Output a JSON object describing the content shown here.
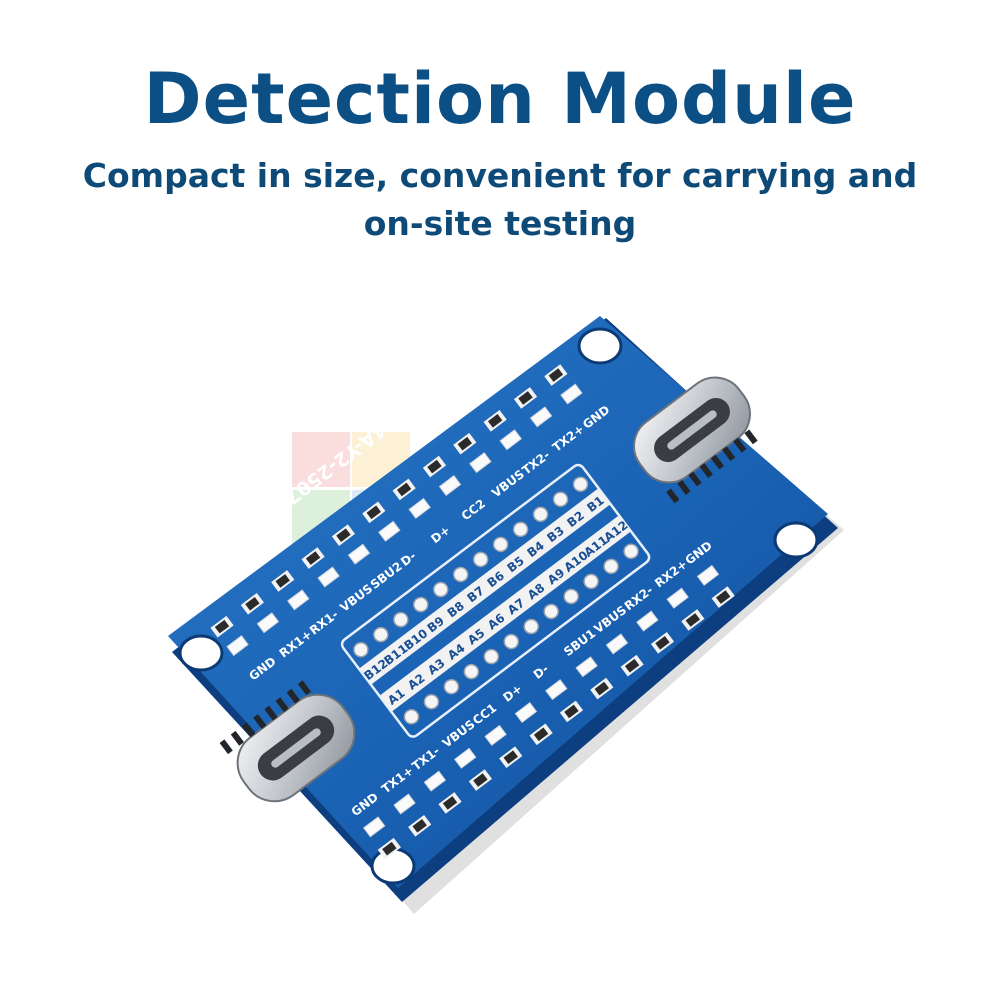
{
  "headline": "Detection Module",
  "subheadline": "Compact in size, convenient for carrying and on-site testing",
  "colors": {
    "headline": "#0b4f85",
    "subheadline": "#0e4a78",
    "pcb": "#1a62b4",
    "pcb_edge": "#0d3f80",
    "silkscreen": "#ffffff"
  },
  "board": {
    "part_number": "10194334A-Y2-250725",
    "left_pin_labels": [
      "GND",
      "TX1+",
      "TX1-",
      "VBUS",
      "CC1",
      "D+",
      "D-",
      "SBU1",
      "VBUS",
      "RX2-",
      "RX2+",
      "GND"
    ],
    "right_pin_labels": [
      "GND",
      "RX1+",
      "RX1-",
      "VBUS",
      "SBU2",
      "D-",
      "D+",
      "CC2",
      "VBUS",
      "TX2-",
      "TX2+",
      "GND"
    ],
    "contacts_b": [
      "B12",
      "B11",
      "B10",
      "B9",
      "B8",
      "B7",
      "B6",
      "B5",
      "B4",
      "B3",
      "B2",
      "B1"
    ],
    "contacts_a": [
      "A1",
      "A2",
      "A3",
      "A4",
      "A5",
      "A6",
      "A7",
      "A8",
      "A9",
      "A10",
      "A11",
      "A12"
    ]
  }
}
